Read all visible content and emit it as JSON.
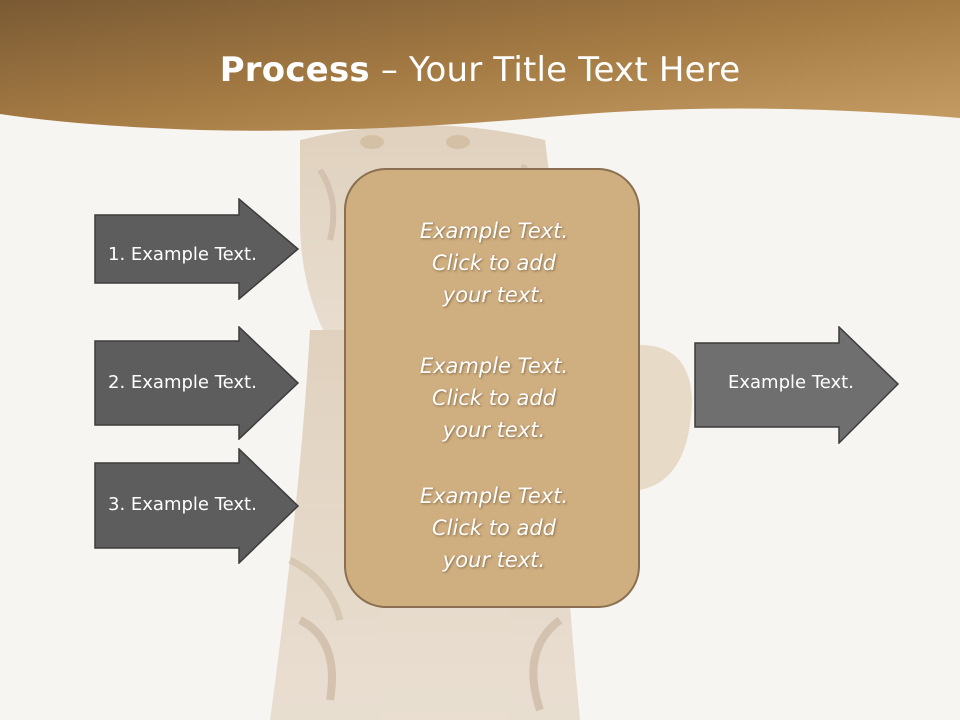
{
  "slide": {
    "title_bold": "Process",
    "title_rest": " – Your Title Text Here",
    "inputs": [
      {
        "label": "1. Example Text."
      },
      {
        "label": "2. Example Text."
      },
      {
        "label": "3. Example Text."
      }
    ],
    "center_blocks": [
      {
        "line1": "Example Text.",
        "line2": "Click  to add",
        "line3": "your text."
      },
      {
        "line1": "Example Text.",
        "line2": "Click  to add",
        "line3": "your text."
      },
      {
        "line1": "Example Text.",
        "line2": "Click  to add",
        "line3": "your text."
      }
    ],
    "output": {
      "label": "Example Text."
    }
  },
  "colors": {
    "header_band": "#a57b44",
    "center_box": "#cfae80",
    "input_arrow": "#5d5d5d",
    "output_arrow": "#6f6f6f",
    "background": "#f7f5f1"
  },
  "icons": {
    "background_image": "tiger-illustration"
  }
}
